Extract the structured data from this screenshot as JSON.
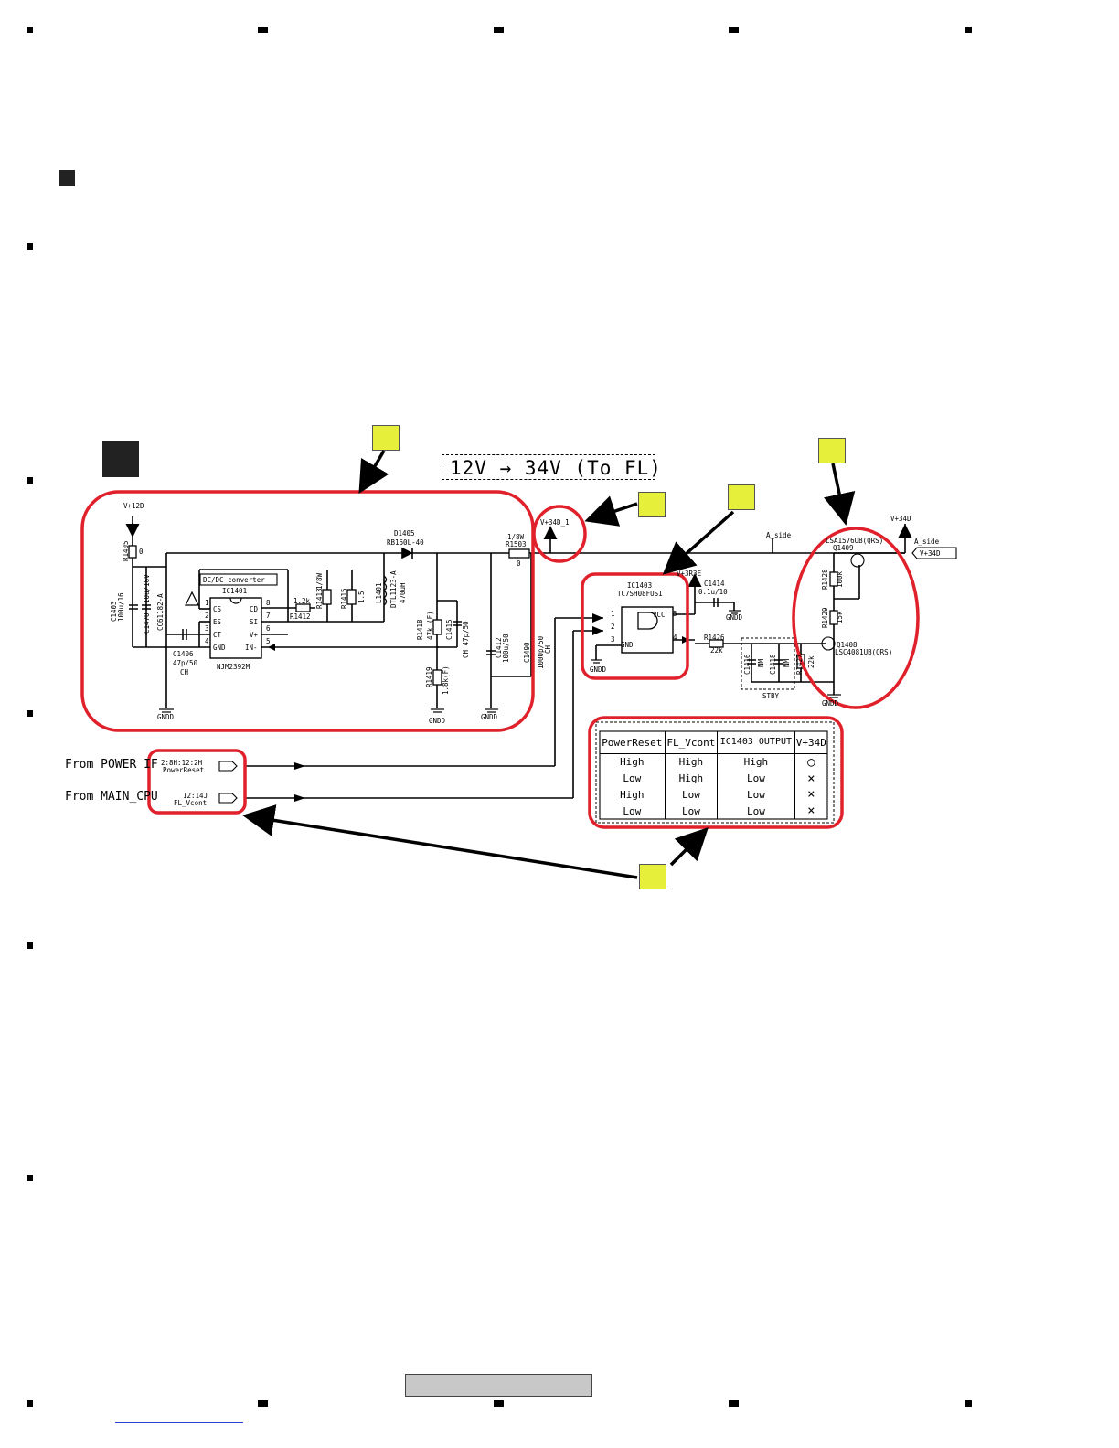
{
  "title": "12V → 34V (To FL)",
  "sources": {
    "power_if": "From POWER IF",
    "main_cpu": "From MAIN_CPU"
  },
  "connectors": {
    "power_reset": {
      "ref": "2:8H:12:2H",
      "signal": "PowerReset"
    },
    "fl_vcont": {
      "ref": "12:14J",
      "signal": "FL_Vcont"
    }
  },
  "components": {
    "v12d": "V+12D",
    "r1405": "R1405",
    "r1405_val": "0",
    "c1403": "C1403",
    "c1403_val": "100u/16",
    "c1470": "C1470",
    "c1470_val": "10u/16V",
    "cc": "CC61182-A",
    "dcdc_box": "DC/DC converter",
    "ic1401": "IC1401",
    "ic1401_part": "NJM2392M",
    "ic1401_pins_left": [
      "CS",
      "ES",
      "CT",
      "GND"
    ],
    "ic1401_pins_right": [
      "CD",
      "SI",
      "V+",
      "IN-"
    ],
    "c1406": "C1406",
    "c1406_val": "47p/50",
    "ch": "CH",
    "r1412": "R1412",
    "r1412_val": "1.2k",
    "r1413": "R1413",
    "r1415": "R1415",
    "r_small_val": "1/8W",
    "r_1p5": "1.5",
    "d1405": "D1405",
    "d1405_part": "RB160L-40",
    "l1401": "L1401",
    "l1401_part": "DTL1123-A",
    "l1401_val": "470uH",
    "r1418": "R1418",
    "r1418_val": "47k (F)",
    "c1415": "C1415",
    "c1415_val": "CH 47p/50",
    "r1419": "R1419",
    "r1419_val": "1.8k(F)",
    "c1412": "C1412",
    "c1412_val": "100u/50",
    "c1490": "C1490",
    "c1490_val": "1000p/50",
    "gndd": "GNDD",
    "r1503": "R1503",
    "r1503_val": "0",
    "r1503_w": "1/8W",
    "v34d1": "V+34D_1",
    "a_side": "A_side",
    "ic1403": "IC1403",
    "ic1403_part": "TC7SH08FUS1",
    "v3r3e": "V+3R3E",
    "c1414": "C1414",
    "c1414_val": "0.1u/10",
    "vcc": "VCC",
    "gnd": "GND",
    "r1426": "R1426",
    "r1426_val": "22k",
    "c1416": "C1416",
    "c1418": "C1418",
    "nm": "NM",
    "r1427": "R1427",
    "r1427_val": "22k",
    "stby": "STBY",
    "q1409": "Q1409",
    "q1409_part": "LSA1576UB(QRS)",
    "r1428": "R1428",
    "r1428_val": "100k",
    "r1429": "R1429",
    "r1429_val": "15k",
    "q1408": "Q1408",
    "q1408_part": "LSC4081UB(QRS)",
    "v34d": "V+34D"
  },
  "truth_table": {
    "headers": [
      "PowerReset",
      "FL_Vcont",
      "IC1403 OUTPUT",
      "V+34D"
    ],
    "rows": [
      [
        "High",
        "High",
        "High",
        "○"
      ],
      [
        "Low",
        "High",
        "Low",
        "×"
      ],
      [
        "High",
        "Low",
        "Low",
        "×"
      ],
      [
        "Low",
        "Low",
        "Low",
        "×"
      ]
    ]
  },
  "colors": {
    "highlight": "#e6f03a",
    "callout": "#e0202a",
    "line": "#000000"
  }
}
